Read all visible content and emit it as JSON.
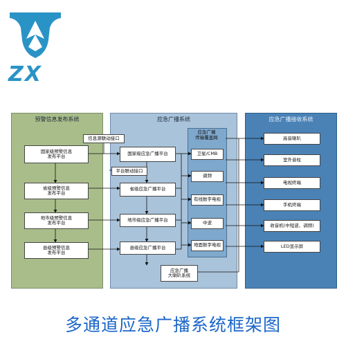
{
  "logo": {
    "text": "ZX"
  },
  "panels": {
    "left": {
      "title": "预警信息发布系统"
    },
    "middle": {
      "title": "应急广播系统"
    },
    "right": {
      "title": "应急广播接收系统"
    }
  },
  "left_nodes": [
    "国家级预警信息\n发布平台",
    "省级预警信息\n发布平台",
    "地市级预警信息\n发布平台",
    "县级预警信息\n发布平台"
  ],
  "middle_nodes": [
    "国家级应急广播平台",
    "省级应急广播平台",
    "地市级应急广播平台",
    "县级应急广播平台"
  ],
  "interfaces": {
    "top": "信息源联动接口",
    "second": "平台联动接口"
  },
  "transmission": {
    "title": "应急广播\n传输覆盖网",
    "items": [
      "卫星/CMB",
      "调频",
      "有线数字电视",
      "中波",
      "地面数字电视"
    ]
  },
  "bottom_node": "应急广播\n大喇叭系统",
  "receivers": [
    "高音喇叭",
    "室外音柱",
    "电视终端",
    "手机终端",
    "收音机(中短波、调频)",
    "LED显示屏"
  ],
  "caption": "多通道应急广播系统框架图",
  "colors": {
    "left_panel": "#a9bd8a",
    "middle_panel": "#a9c3da",
    "right_panel": "#4a82b6",
    "caption": "#1b66c9",
    "logo": "#2a93c6"
  }
}
